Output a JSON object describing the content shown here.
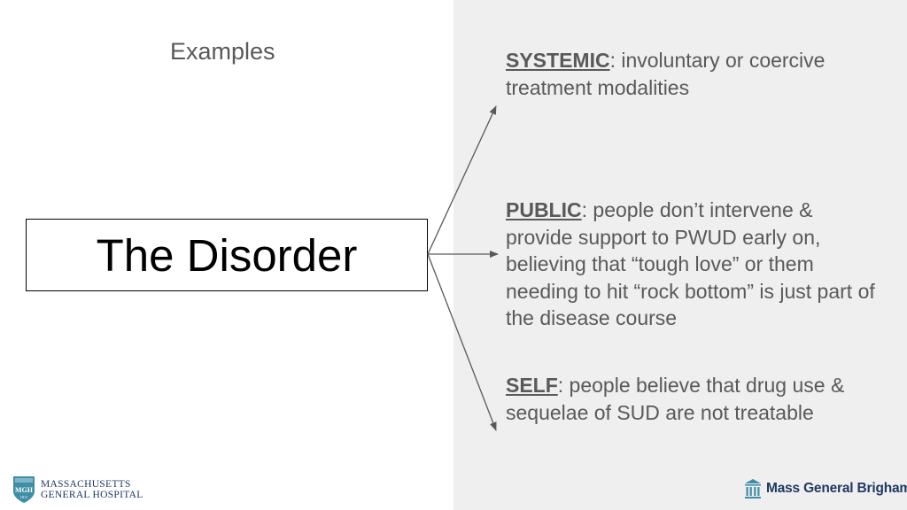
{
  "slide": {
    "heading": "Examples",
    "central_label": "The Disorder",
    "points": [
      {
        "term": "SYSTEMIC",
        "text": ": involuntary or coercive treatment modalities"
      },
      {
        "term": "PUBLIC",
        "text": ": people don’t intervene & provide support to PWUD early on, believing that “tough love” or them needing to hit “rock bottom” is just part of the disease course"
      },
      {
        "term": "SELF",
        "text": ": people believe that drug use & sequelae of SUD are not treatable"
      }
    ]
  },
  "logos": {
    "left": {
      "line1": "MASSACHUSETTS",
      "line2": "GENERAL HOSPITAL",
      "icon": "mgh-shield-icon",
      "shield_text": "MGH",
      "shield_year": "1811"
    },
    "right": {
      "name": "Mass General Brigham",
      "icon": "mgb-columns-icon"
    }
  },
  "colors": {
    "panel_bg": "#efefef",
    "text": "#595959",
    "arrow": "#595959",
    "logo_blue": "#1f3864",
    "logo_teal": "#3e8ea8"
  }
}
